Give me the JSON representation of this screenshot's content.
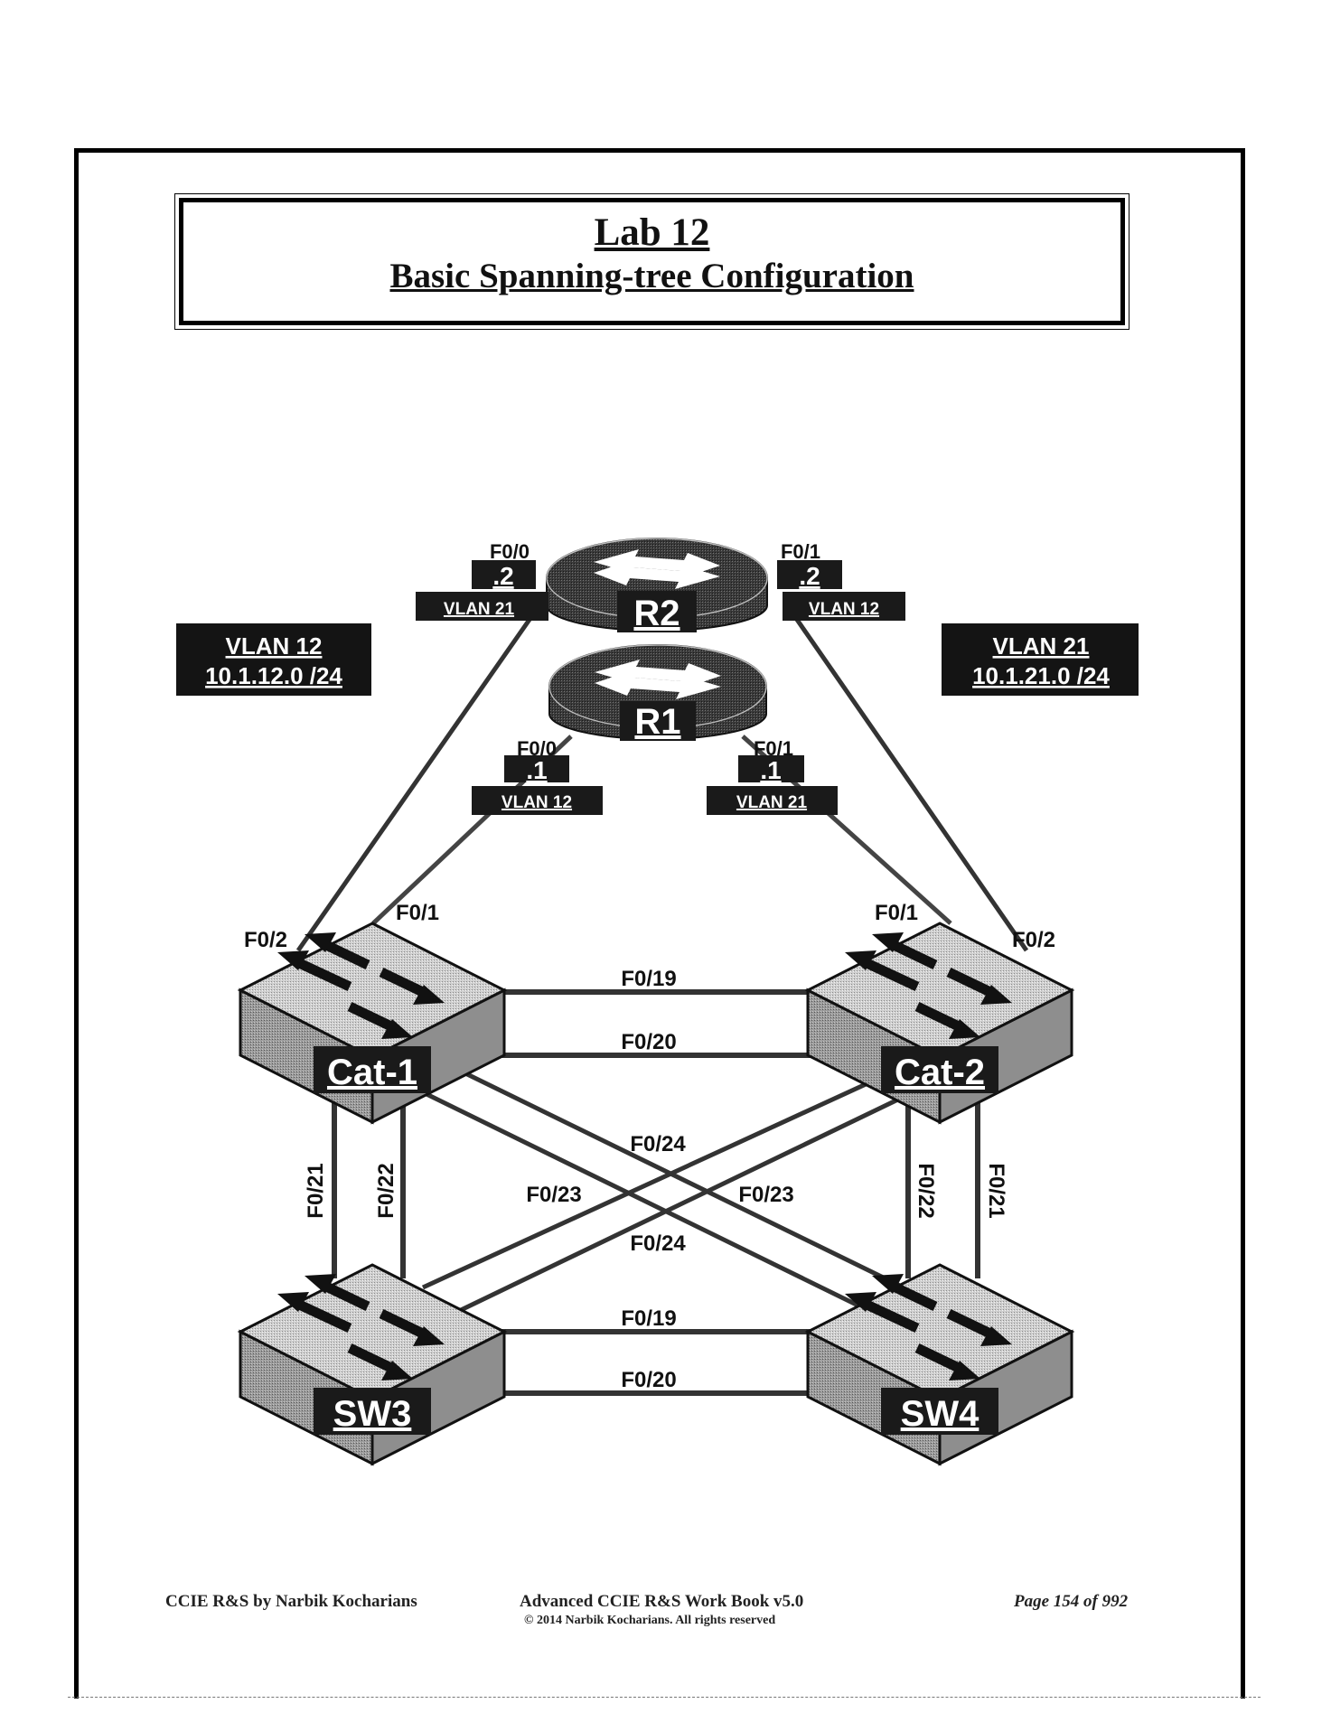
{
  "document": {
    "title": "Lab 12",
    "subtitle": "Basic Spanning-tree Configuration",
    "footer": {
      "left": "CCIE R&S by Narbik Kocharians",
      "center": "Advanced CCIE R&S Work Book v5.0",
      "copyright": "© 2014 Narbik Kocharians. All rights reserved",
      "page": "Page 154 of 992"
    }
  },
  "colors": {
    "label_bg": "#111111",
    "label_fg": "#ffffff",
    "link": "#2a2a2a",
    "router_body": "#3a3a3a",
    "switch_top": "#d8d8d8",
    "switch_side": "#9a9a9a"
  },
  "diagram": {
    "subnets": [
      {
        "id": "vlan12-subnet",
        "vlan": "VLAN 12",
        "network": "10.1.12.0 /24"
      },
      {
        "id": "vlan21-subnet",
        "vlan": "VLAN 21",
        "network": "10.1.21.0 /24"
      }
    ],
    "routers": [
      {
        "name": "R2",
        "interfaces": [
          {
            "port": "F0/0",
            "ip": ".2",
            "vlan": "VLAN 21"
          },
          {
            "port": "F0/1",
            "ip": ".2",
            "vlan": "VLAN 12"
          }
        ]
      },
      {
        "name": "R1",
        "interfaces": [
          {
            "port": "F0/0",
            "ip": ".1",
            "vlan": "VLAN 12"
          },
          {
            "port": "F0/1",
            "ip": ".1",
            "vlan": "VLAN 21"
          }
        ]
      }
    ],
    "switches": [
      {
        "name": "Cat-1"
      },
      {
        "name": "Cat-2"
      },
      {
        "name": "SW3"
      },
      {
        "name": "SW4"
      }
    ],
    "links": [
      {
        "from": "R2 F0/0",
        "to": "Cat-1 F0/2"
      },
      {
        "from": "R2 F0/1",
        "to": "Cat-2 F0/2"
      },
      {
        "from": "R1 F0/0",
        "to": "Cat-1 F0/1"
      },
      {
        "from": "R1 F0/1",
        "to": "Cat-2 F0/1"
      },
      {
        "from": "Cat-1",
        "to": "Cat-2",
        "label": "F0/19"
      },
      {
        "from": "Cat-1",
        "to": "Cat-2",
        "label": "F0/20"
      },
      {
        "from": "SW3",
        "to": "SW4",
        "label": "F0/19"
      },
      {
        "from": "SW3",
        "to": "SW4",
        "label": "F0/20"
      },
      {
        "from": "Cat-1",
        "to": "SW3",
        "label": "F0/21"
      },
      {
        "from": "Cat-1",
        "to": "SW3",
        "label": "F0/22"
      },
      {
        "from": "Cat-2",
        "to": "SW4",
        "label": "F0/22"
      },
      {
        "from": "Cat-2",
        "to": "SW4",
        "label": "F0/21"
      },
      {
        "from": "Cat-1",
        "to": "SW4",
        "label": "F0/24"
      },
      {
        "from": "Cat-1",
        "to": "SW4",
        "label": "F0/23"
      },
      {
        "from": "Cat-2",
        "to": "SW3",
        "label": "F0/23"
      },
      {
        "from": "Cat-2",
        "to": "SW3",
        "label": "F0/24"
      }
    ],
    "port_labels": {
      "cat1_f02": "F0/2",
      "cat1_f01": "F0/1",
      "cat2_f01": "F0/1",
      "cat2_f02": "F0/2",
      "cat_f019": "F0/19",
      "cat_f020": "F0/20",
      "sw_f019": "F0/19",
      "sw_f020": "F0/20",
      "left_f021": "F0/21",
      "left_f022": "F0/22",
      "right_f022": "F0/22",
      "right_f021": "F0/21",
      "cross_top_f024": "F0/24",
      "cross_left_f023": "F0/23",
      "cross_right_f023": "F0/23",
      "cross_bottom_f024": "F0/24"
    }
  }
}
